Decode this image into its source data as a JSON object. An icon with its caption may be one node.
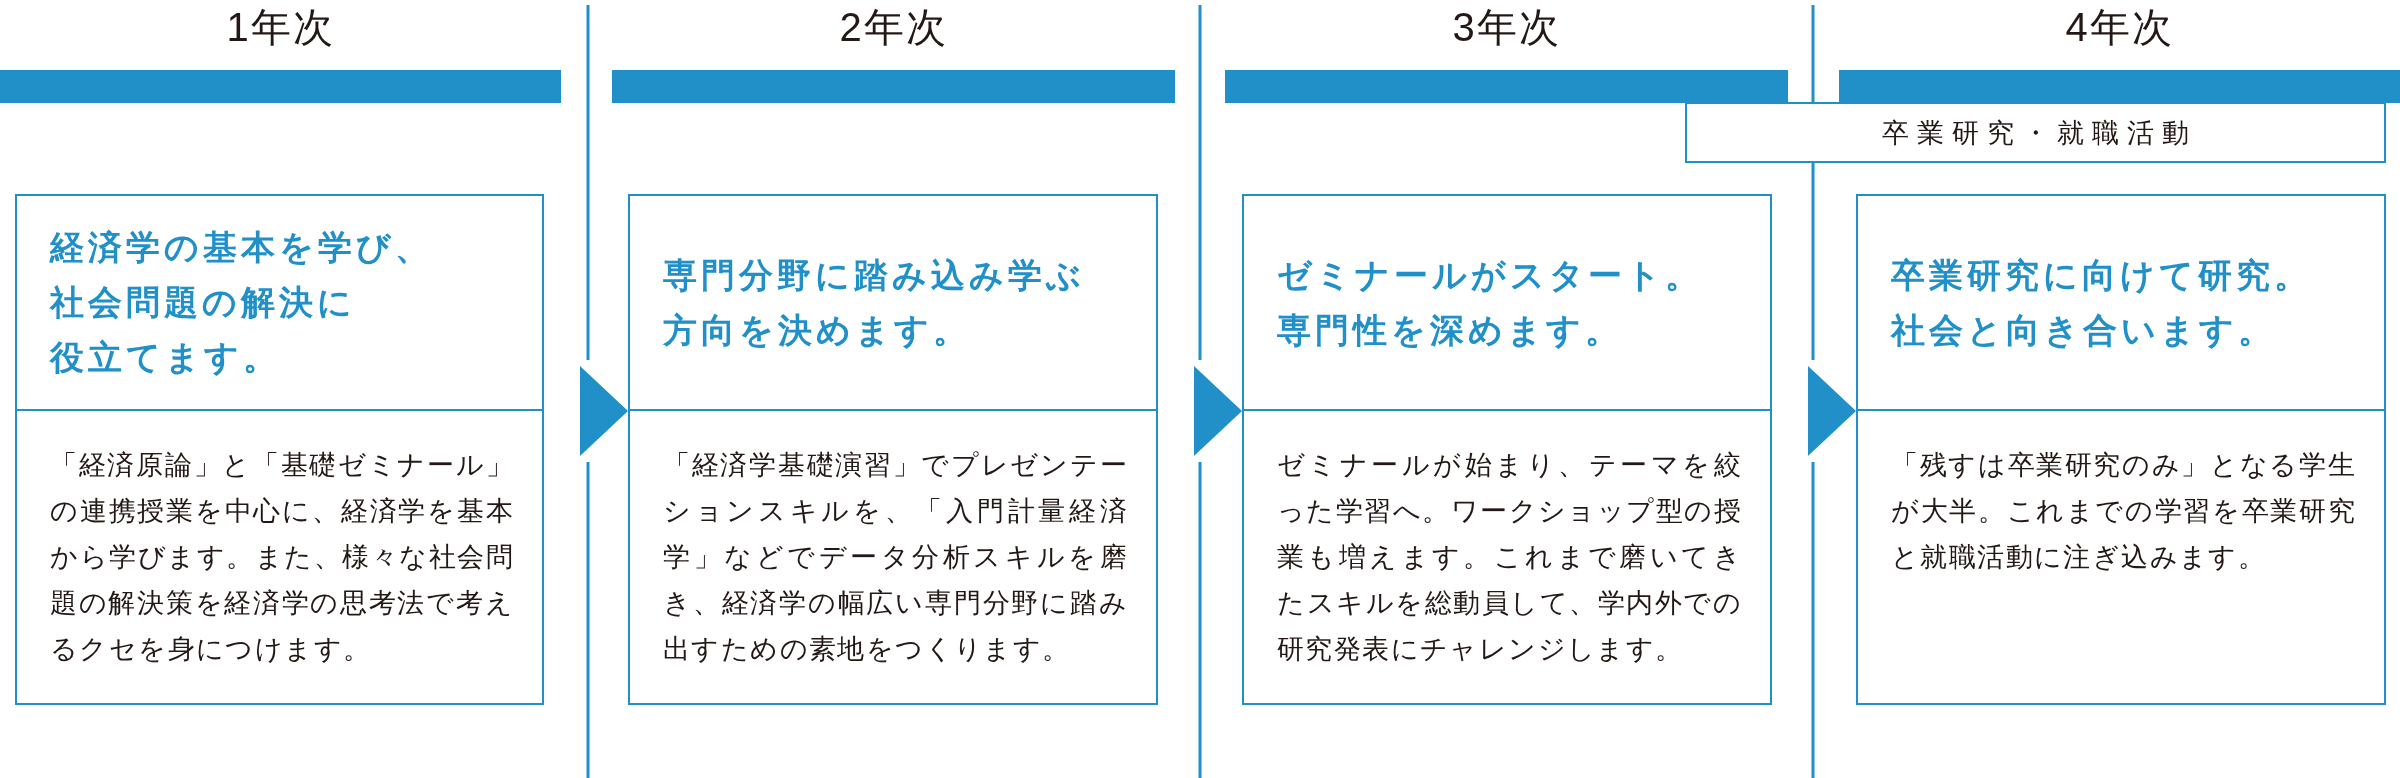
{
  "diagram": {
    "nodes": [
      {
        "text": [
          "1年次"
        ]
      },
      {
        "text": [
          "2年次"
        ]
      },
      {
        "text": [
          "3年次"
        ]
      },
      {
        "text": [
          "4年次"
        ]
      },
      {
        "text": [
          "卒業研究・就職活動"
        ]
      },
      {
        "text": [
          "経済学の基本を学び、社会問題の解決に役立てます。",
          "「経済原論」と「基礎ゼミナール」の連携授業を中心に、経済学を基本から学びます。また、様々な社会問題の解決策を経済学の思考法で考えるクセを身につけます。"
        ]
      },
      {
        "text": [
          "専門分野に踏み込み学ぶ方向を決めます。",
          "「経済学基礎演習」でプレゼンテーションスキルを、「入門計量経済学」などでデータ分析スキルを磨き、経済学の幅広い専門分野に踏み出すための素地をつくります。"
        ]
      },
      {
        "text": [
          "ゼミナールがスタート。専門性を深めます。",
          "ゼミナールが始まり、テーマを絞った学習へ。ワークショップ型の授業も増えます。これまで磨いてきたスキルを総動員して、学内外での研究発表にチャレンジします。"
        ]
      },
      {
        "text": [
          "卒業研究に向けて研究。社会と向き合います。",
          "「残すは卒業研究のみ」となる学生が大半。これまでの学習を卒業研究と就職活動に注ぎ込みます。"
        ]
      }
    ],
    "edges": [
      {
        "from": 5,
        "to": 6,
        "arrow": "to"
      },
      {
        "from": 6,
        "to": 7,
        "arrow": "to"
      },
      {
        "from": 7,
        "to": 8,
        "arrow": "to"
      }
    ]
  }
}
